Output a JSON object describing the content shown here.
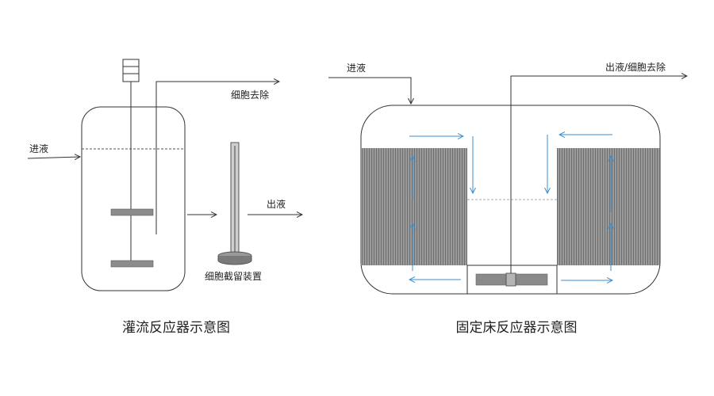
{
  "perfusion": {
    "inlet_label": "进液",
    "cell_removal_label": "细胞去除",
    "outlet_label": "出液",
    "retention_device_label": "细胞截留装置",
    "caption": "灌流反应器示意图"
  },
  "fixed_bed": {
    "inlet_label": "进液",
    "outlet_label": "出液/细胞去除",
    "caption": "固定床反应器示意图"
  },
  "colors": {
    "line": "#333333",
    "bed": "#8a8a8a",
    "flow_arrow": "#3a8fd0",
    "impeller": "#888888"
  }
}
